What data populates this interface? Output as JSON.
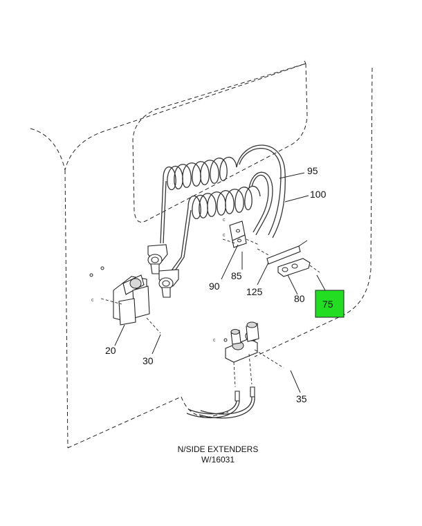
{
  "callouts": [
    {
      "id": "95",
      "label": "95",
      "highlight": false
    },
    {
      "id": "100",
      "label": "100",
      "highlight": false
    },
    {
      "id": "90",
      "label": "90",
      "highlight": false
    },
    {
      "id": "85",
      "label": "85",
      "highlight": false
    },
    {
      "id": "125",
      "label": "125",
      "highlight": false
    },
    {
      "id": "80",
      "label": "80",
      "highlight": false
    },
    {
      "id": "75",
      "label": "75",
      "highlight": true
    },
    {
      "id": "20",
      "label": "20",
      "highlight": false
    },
    {
      "id": "30",
      "label": "30",
      "highlight": false
    },
    {
      "id": "35",
      "label": "35",
      "highlight": false
    }
  ],
  "caption": {
    "line1": "N/SIDE EXTENDERS",
    "line2": "W/16031"
  },
  "colors": {
    "highlight": "#22dd22",
    "line": "#222222"
  }
}
